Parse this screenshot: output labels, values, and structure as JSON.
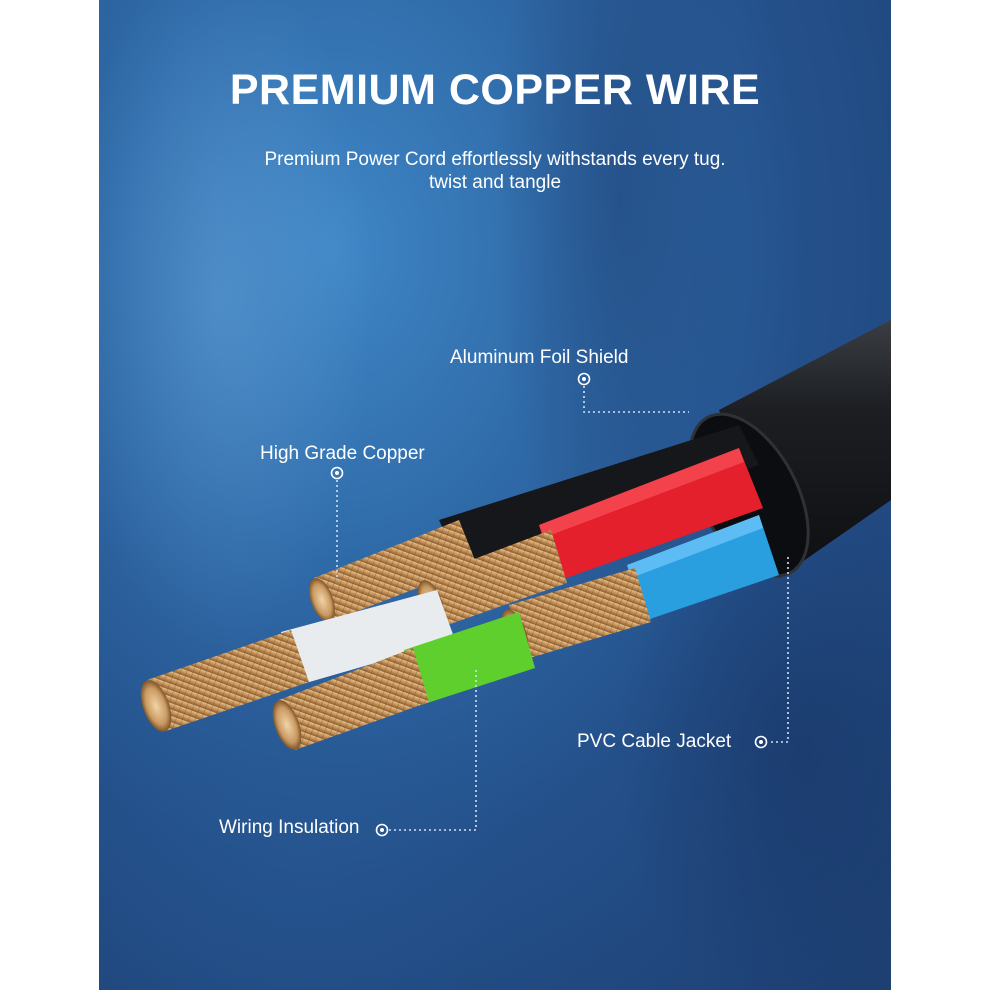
{
  "heading": {
    "title": "PREMIUM COPPER WIRE",
    "subtitle_line1": "Premium Power Cord effortlessly withstands every tug.",
    "subtitle_line2": "twist and tangle"
  },
  "callouts": {
    "foil_shield": "Aluminum Foil Shield",
    "copper": "High Grade Copper",
    "jacket": "PVC Cable Jacket",
    "insulation": "Wiring Insulation"
  },
  "colors": {
    "jacket": "#1a1c20",
    "wire_black": "#15171a",
    "wire_red": "#e3202b",
    "wire_blue": "#2a9fe0",
    "wire_green": "#5fcf2e",
    "wire_white": "#e8ecef",
    "copper": "#c99a62"
  }
}
